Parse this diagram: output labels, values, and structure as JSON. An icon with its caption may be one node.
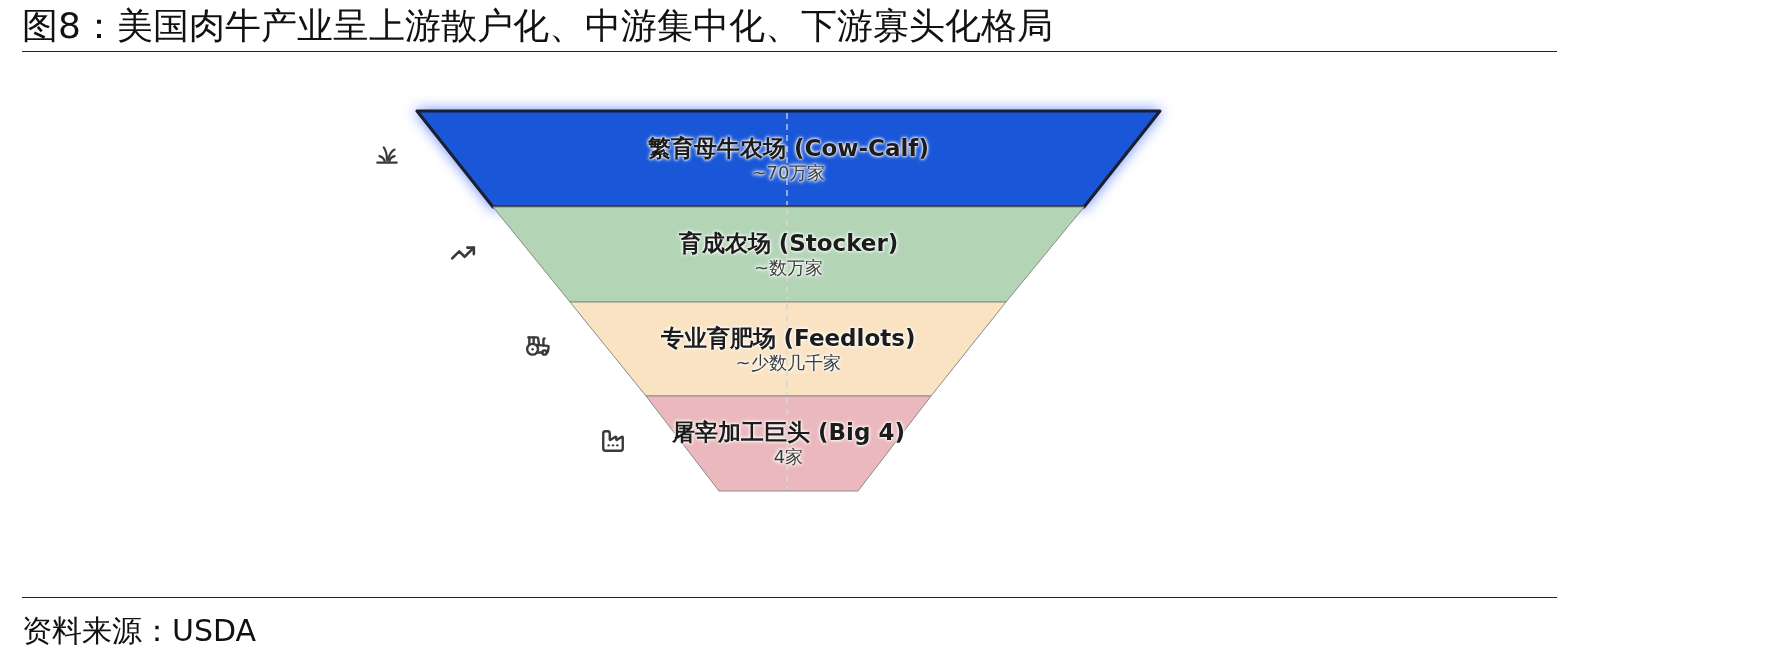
{
  "diagram": {
    "title": "图8：美国肉牛产业呈上游散户化、中游集中化、下游寡头化格局",
    "nodes": [
      {
        "text": [
          "繁育母牛农场 (Cow-Calf)",
          "~70万家"
        ]
      },
      {
        "text": [
          "育成农场 (Stocker)",
          "~数万家"
        ]
      },
      {
        "text": [
          "专业育肥场 (Feedlots)",
          "~少数几千家"
        ]
      },
      {
        "text": [
          "屠宰加工巨头 (Big 4)",
          "4家"
        ]
      }
    ],
    "caption": "资料来源：USDA"
  }
}
